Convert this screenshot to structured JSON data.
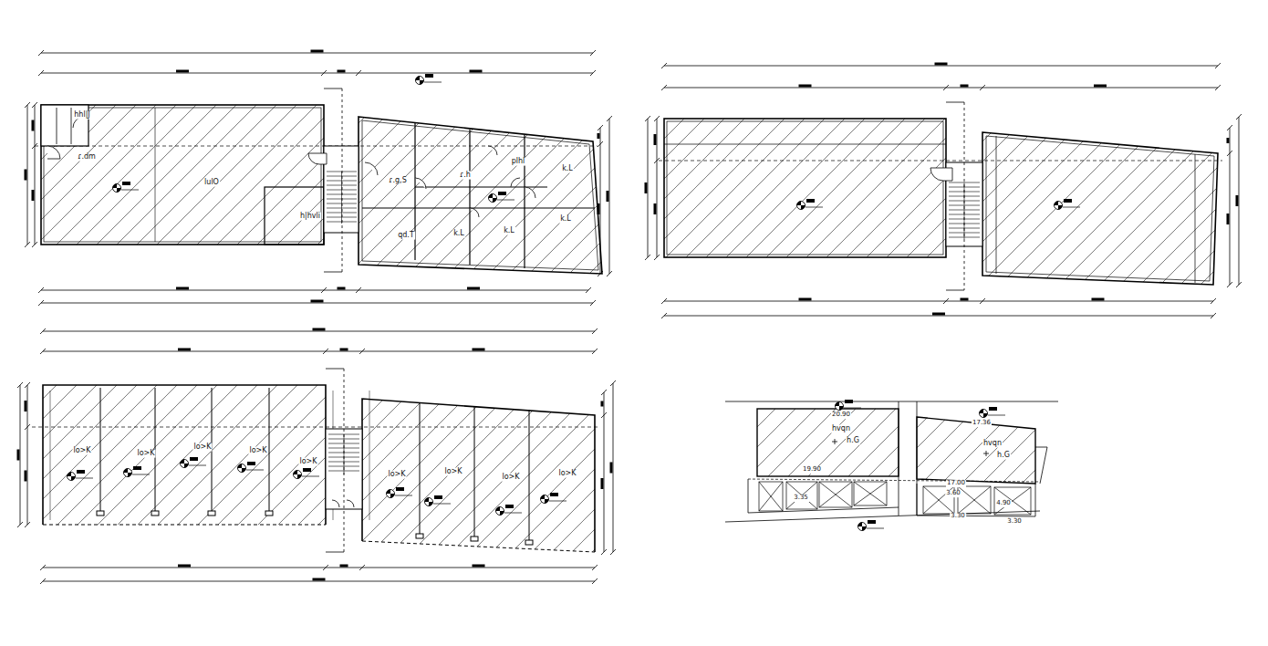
{
  "diagram": {
    "labels": [
      "hhl|J",
      "ɾ.dm",
      "lulO",
      "h|hvli",
      "ɾ.g,S",
      "ɾ.h",
      "plhl",
      "k.L",
      "k.L",
      "qd.T",
      "k.L",
      "k.L",
      "lo>K",
      "lo>K",
      "lo>K",
      "lo>K",
      "lo>K",
      "lo>K",
      "lo>K",
      "lo>K",
      "lo>K",
      "hvqn",
      "h.G",
      "hvqn",
      "h.G",
      "20.90",
      "17.36",
      "19.90",
      "17.00",
      "3.35",
      "3.60",
      "4.90",
      "3.30",
      "3.30"
    ]
  }
}
